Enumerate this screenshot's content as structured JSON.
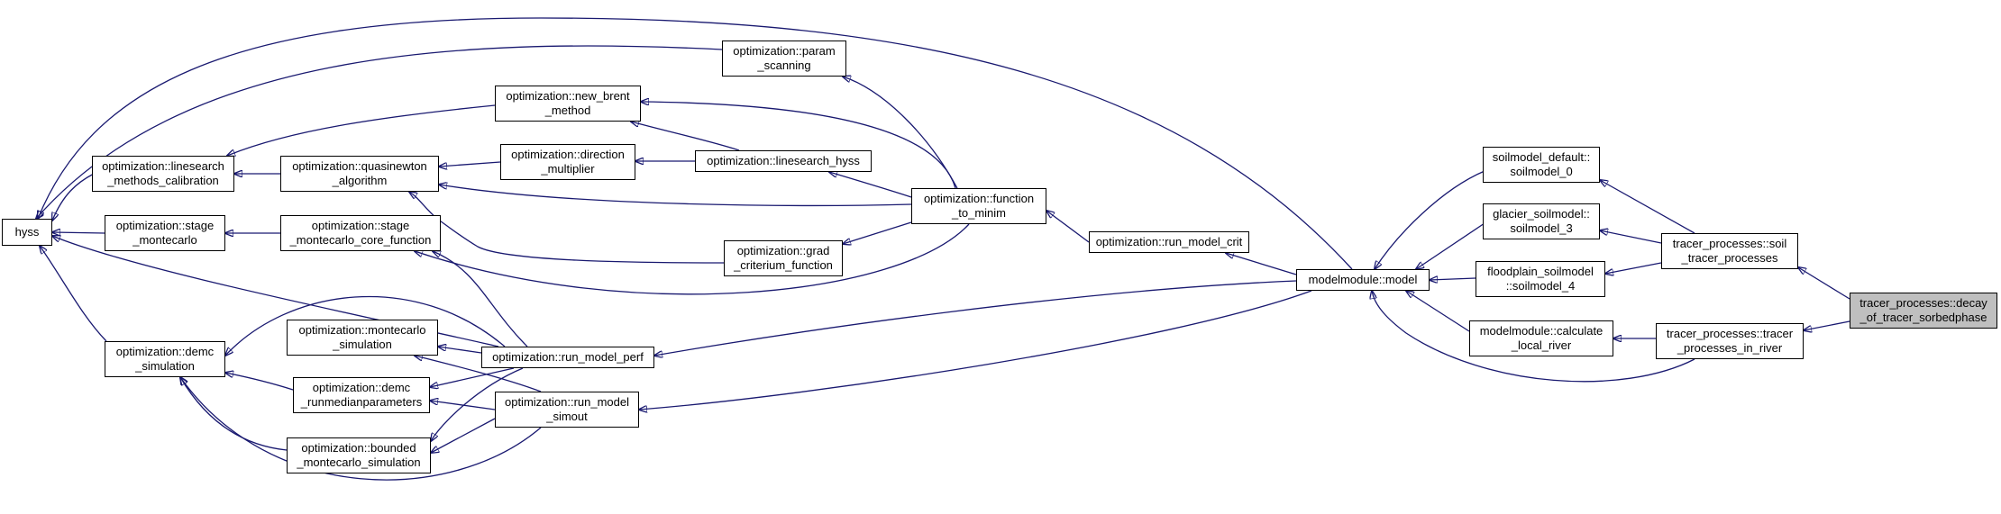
{
  "colors": {
    "edge": "#191970",
    "node_border": "#000000",
    "node_fill": "#ffffff",
    "current_fill": "#bfbfbf"
  },
  "nodes": {
    "hyss": {
      "lines": [
        "hyss"
      ]
    },
    "ls_methods_calib": {
      "lines": [
        "optimization::linesearch",
        "_methods_calibration"
      ]
    },
    "stage_montecarlo": {
      "lines": [
        "optimization::stage",
        "_montecarlo"
      ]
    },
    "demc_simulation": {
      "lines": [
        "optimization::demc",
        "_simulation"
      ]
    },
    "quasinewton": {
      "lines": [
        "optimization::quasinewton",
        "_algorithm"
      ]
    },
    "stage_mc_core": {
      "lines": [
        "optimization::stage",
        "_montecarlo_core_function"
      ]
    },
    "montecarlo_sim": {
      "lines": [
        "optimization::montecarlo",
        "_simulation"
      ]
    },
    "demc_runmedian": {
      "lines": [
        "optimization::demc",
        "_runmedianparameters"
      ]
    },
    "bounded_mc": {
      "lines": [
        "optimization::bounded",
        "_montecarlo_simulation"
      ]
    },
    "new_brent": {
      "lines": [
        "optimization::new_brent",
        "_method"
      ]
    },
    "direction_mult": {
      "lines": [
        "optimization::direction",
        "_multiplier"
      ]
    },
    "param_scanning": {
      "lines": [
        "optimization::param",
        "_scanning"
      ]
    },
    "linesearch_hyss": {
      "lines": [
        "optimization::linesearch_hyss"
      ]
    },
    "grad_crit": {
      "lines": [
        "optimization::grad",
        "_criterium_function"
      ]
    },
    "run_model_perf": {
      "lines": [
        "optimization::run_model_perf"
      ]
    },
    "run_model_simout": {
      "lines": [
        "optimization::run_model",
        "_simout"
      ]
    },
    "function_to_minim": {
      "lines": [
        "optimization::function",
        "_to_minim"
      ]
    },
    "run_model_crit": {
      "lines": [
        "optimization::run_model_crit"
      ]
    },
    "model": {
      "lines": [
        "modelmodule::model"
      ]
    },
    "soilmodel_0": {
      "lines": [
        "soilmodel_default::",
        "soilmodel_0"
      ]
    },
    "soilmodel_3": {
      "lines": [
        "glacier_soilmodel::",
        "soilmodel_3"
      ]
    },
    "soilmodel_4": {
      "lines": [
        "floodplain_soilmodel",
        "::soilmodel_4"
      ]
    },
    "calc_local_river": {
      "lines": [
        "modelmodule::calculate",
        "_local_river"
      ]
    },
    "soil_tracer": {
      "lines": [
        "tracer_processes::soil",
        "_tracer_processes"
      ]
    },
    "tracer_in_river": {
      "lines": [
        "tracer_processes::tracer",
        "_processes_in_river"
      ]
    },
    "decay_sorbed": {
      "lines": [
        "tracer_processes::decay",
        "_of_tracer_sorbedphase"
      ]
    }
  }
}
